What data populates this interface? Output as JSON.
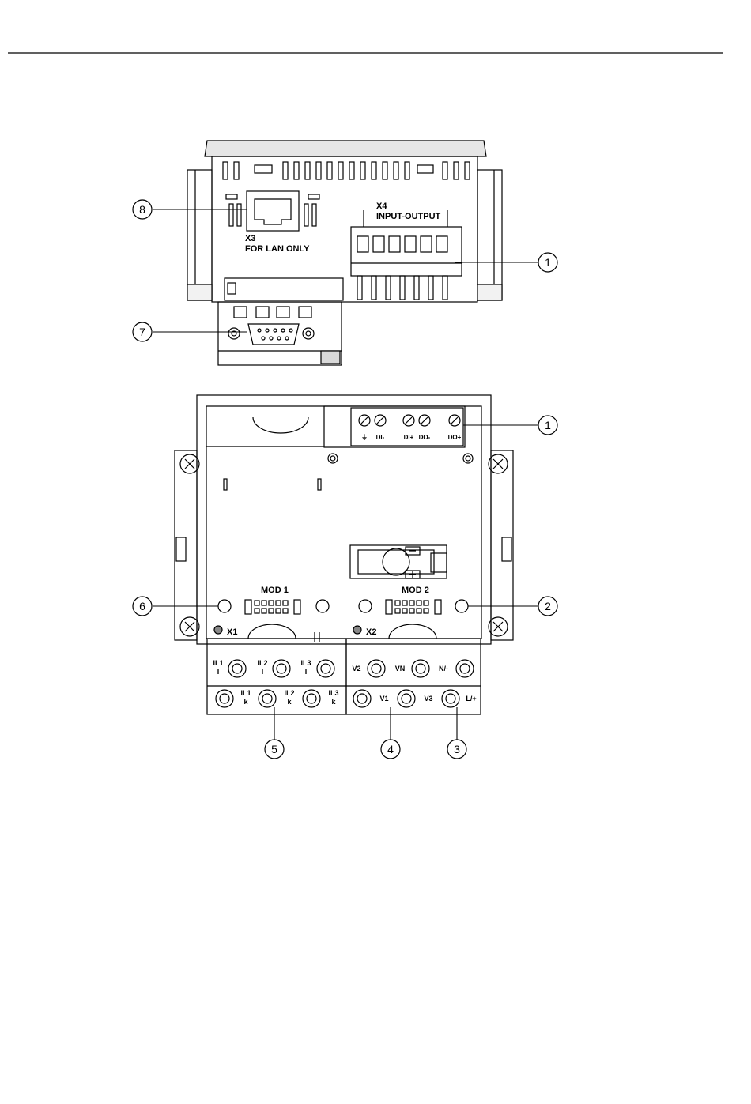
{
  "top_view": {
    "x3": {
      "name": "X3",
      "text": "FOR LAN ONLY"
    },
    "x4": {
      "name": "X4",
      "text": "INPUT-OUTPUT"
    }
  },
  "rear_view": {
    "io_terminals": [
      "⏚",
      "DI-",
      "DI+",
      "DO-",
      "DO+"
    ],
    "mod1": "MOD 1",
    "mod2": "MOD 2",
    "x1": "X1",
    "x2": "X2",
    "current_upper": [
      "IL1",
      "IL2",
      "IL3"
    ],
    "current_upper_sub": [
      "I",
      "I",
      "I"
    ],
    "current_lower": [
      "IL1",
      "IL2",
      "IL3"
    ],
    "current_lower_sub": [
      "k",
      "k",
      "k"
    ],
    "voltage_upper": [
      "V2",
      "VN",
      "N/-"
    ],
    "voltage_lower": [
      "V1",
      "V3",
      "L/+"
    ]
  },
  "callouts": [
    "1",
    "2",
    "3",
    "4",
    "5",
    "6",
    "7",
    "8"
  ]
}
